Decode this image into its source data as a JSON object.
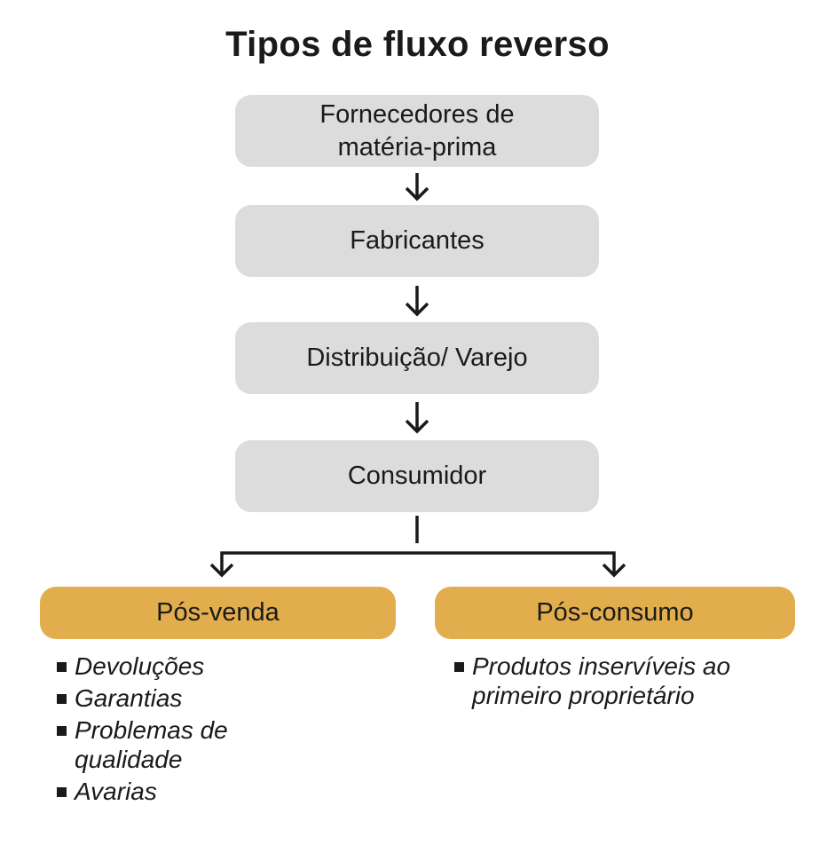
{
  "title": "Tipos de fluxo reverso",
  "colors": {
    "chain_box": "#dcdcdd",
    "branch_box": "#e2ad4d",
    "line": "#1a1a1a"
  },
  "chain": [
    {
      "label_line1": "Fornecedores de",
      "label_line2": "matéria-prima"
    },
    {
      "label_line1": "Fabricantes",
      "label_line2": ""
    },
    {
      "label_line1": "Distribuição/ Varejo",
      "label_line2": ""
    },
    {
      "label_line1": "Consumidor",
      "label_line2": ""
    }
  ],
  "branches": [
    {
      "label": "Pós-venda",
      "items": [
        "Devoluções",
        "Garantias",
        "Problemas de qualidade",
        "Avarias"
      ]
    },
    {
      "label": "Pós-consumo",
      "items": [
        "Produtos inservíveis ao primeiro proprietário"
      ]
    }
  ]
}
